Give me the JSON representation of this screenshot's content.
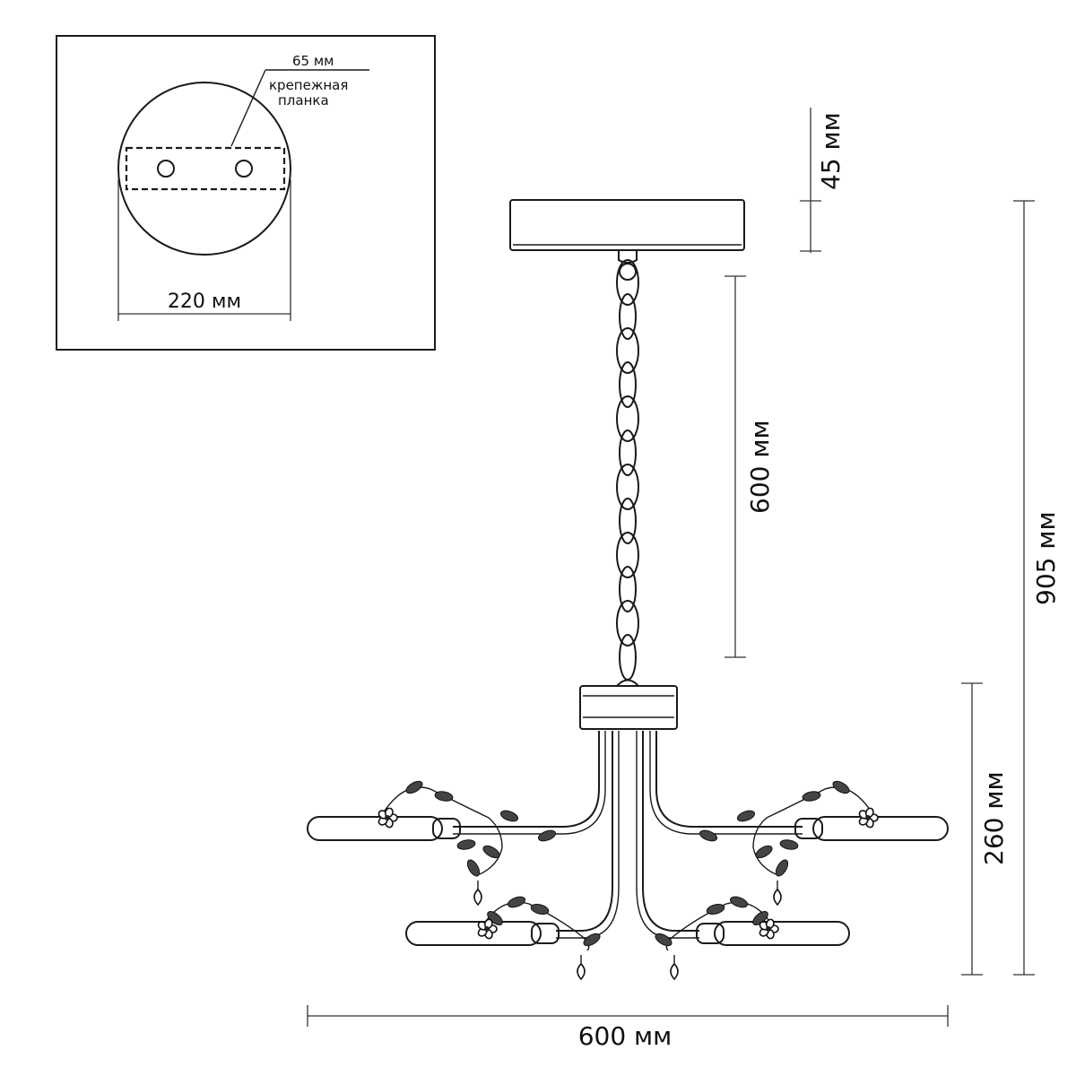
{
  "inset": {
    "strip_label": "65 мм",
    "plate_label_line1": "крепежная",
    "plate_label_line2": "планка",
    "diameter_label": "220 мм"
  },
  "dimensions": {
    "canopy_height": "45 мм",
    "chain_length": "600 мм",
    "total_height": "905 мм",
    "body_height": "260 мм",
    "width": "600 мм"
  }
}
